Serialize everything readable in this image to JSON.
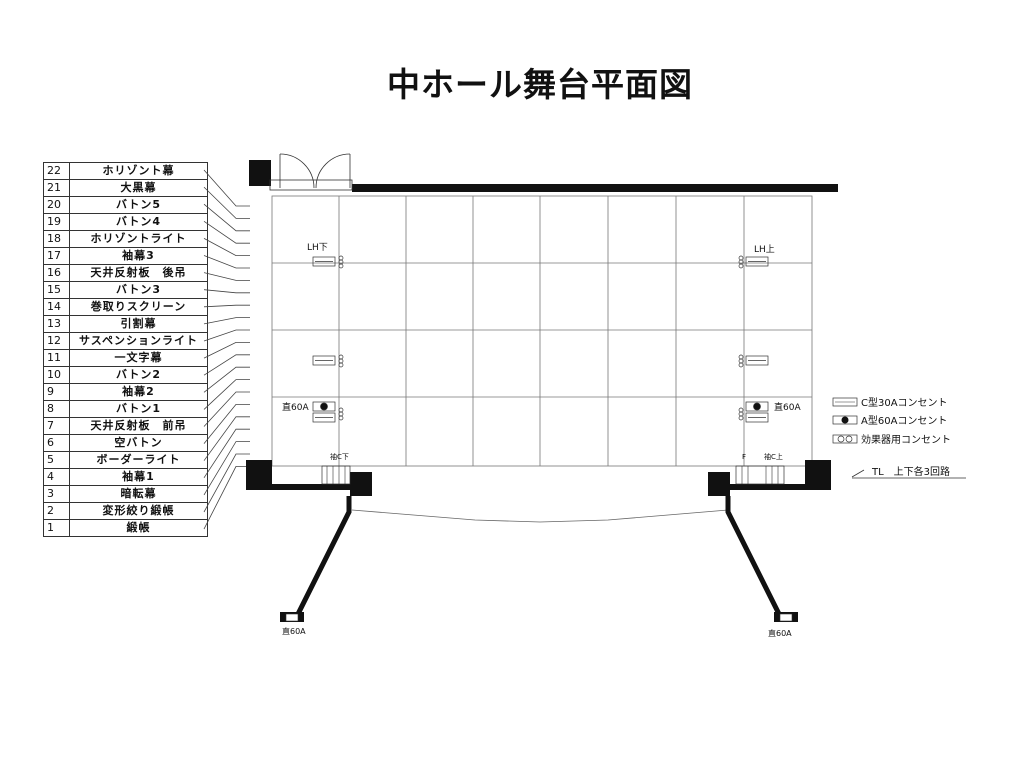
{
  "title": "中ホール舞台平面図",
  "battens": [
    {
      "no": "22",
      "name": "ホリゾント幕"
    },
    {
      "no": "21",
      "name": "大黒幕"
    },
    {
      "no": "20",
      "name": "バトン5"
    },
    {
      "no": "19",
      "name": "バトン4"
    },
    {
      "no": "18",
      "name": "ホリゾントライト"
    },
    {
      "no": "17",
      "name": "袖幕3"
    },
    {
      "no": "16",
      "name": "天井反射板　後吊"
    },
    {
      "no": "15",
      "name": "バトン3"
    },
    {
      "no": "14",
      "name": "巻取りスクリーン"
    },
    {
      "no": "13",
      "name": "引割幕"
    },
    {
      "no": "12",
      "name": "サスペンションライト"
    },
    {
      "no": "11",
      "name": "一文字幕"
    },
    {
      "no": "10",
      "name": "バトン2"
    },
    {
      "no": "9",
      "name": "袖幕2"
    },
    {
      "no": "8",
      "name": "バトン1"
    },
    {
      "no": "7",
      "name": "天井反射板　前吊"
    },
    {
      "no": "6",
      "name": "空バトン"
    },
    {
      "no": "5",
      "name": "ボーダーライト"
    },
    {
      "no": "4",
      "name": "袖幕1"
    },
    {
      "no": "3",
      "name": "暗転幕"
    },
    {
      "no": "2",
      "name": "変形絞り緞帳"
    },
    {
      "no": "1",
      "name": "緞帳"
    }
  ],
  "labels": {
    "lh_left": "LH下",
    "lh_right": "LH上",
    "direct_left": "直60A",
    "direct_right": "直60A",
    "sode_c_left": "袖C下",
    "sode_c_right": "袖C上",
    "f_mark": "F",
    "tl_note": "TL　上下各3回路",
    "bottom_left": "直60A",
    "bottom_right": "直60A"
  },
  "legend": [
    {
      "key": "c",
      "text": "C型30Aコンセント"
    },
    {
      "key": "a",
      "text": "A型60Aコンセント"
    },
    {
      "key": "e",
      "text": "効果器用コンセント"
    }
  ]
}
